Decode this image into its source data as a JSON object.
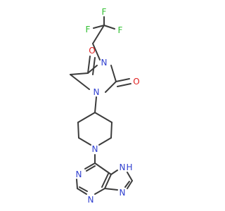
{
  "molecule": {
    "atom_labels": {
      "f_top": "F",
      "f_left": "F",
      "f_right": "F",
      "o_carbonyl_top": "O",
      "o_carbonyl_right": "O",
      "n_imide": "N",
      "n_hydantoin": "N",
      "n_piperidine": "N",
      "n_purine_nh": "N",
      "h_purine_nh": "H",
      "n_purine_imidazole": "N",
      "n_purine_pyrimidine_upper": "N",
      "n_purine_pyrimidine_lower": "N"
    },
    "colors": {
      "bond": "#3c3c3c",
      "nitrogen": "#2f3fcf",
      "oxygen": "#e02020",
      "fluorine": "#2fbf2f"
    }
  }
}
